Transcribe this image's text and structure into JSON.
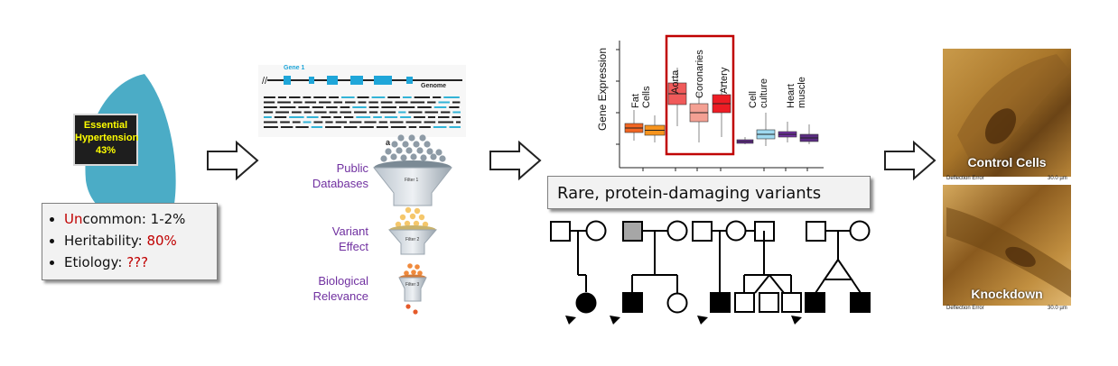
{
  "hypertension": {
    "title_line1": "Essential",
    "title_line2": "Hypertension",
    "percent": "43%"
  },
  "facts": {
    "uncommon_prefix": "Un",
    "uncommon_rest": "common: 1-2%",
    "heritability_label": "Heritability: ",
    "heritability_value": "80%",
    "etiology_label": "Etiology: ",
    "etiology_value": "???"
  },
  "genome": {
    "gene_label": "Gene 1",
    "genome_label": "Genome",
    "panel_letter": "a"
  },
  "funnel": {
    "stage1": [
      "Public",
      "Databases"
    ],
    "stage2": [
      "Variant",
      "Effect"
    ],
    "stage3": [
      "Biological",
      "Relevance"
    ],
    "filter1": "Filter 1",
    "filter2": "Filter 2",
    "filter3": "Filter 3",
    "label_color": "#7030a0"
  },
  "chart_data": {
    "type": "box",
    "ylabel": "Gene Expression",
    "categories": [
      [
        "Fat",
        "Cells"
      ],
      [
        "Aorta"
      ],
      [
        "Coronaries"
      ],
      [
        "Artery"
      ],
      [
        "Cell",
        "culture"
      ],
      [
        "Heart",
        "muscle"
      ]
    ],
    "highlight_color": "#c00000",
    "colors": [
      "#f26522",
      "#f7941d",
      "#f05a5a",
      "#f4a093",
      "#ed1c24",
      "#7030a0",
      "#9fd9ef",
      "#7030a0",
      "#5b2c82"
    ]
  },
  "rare_variants": "Rare, protein-damaging variants",
  "microscopy": {
    "top_label": "Control Cells",
    "bottom_label": "Knockdown",
    "caption_left": "Deflection Error",
    "caption_right": "30.0 µm"
  }
}
